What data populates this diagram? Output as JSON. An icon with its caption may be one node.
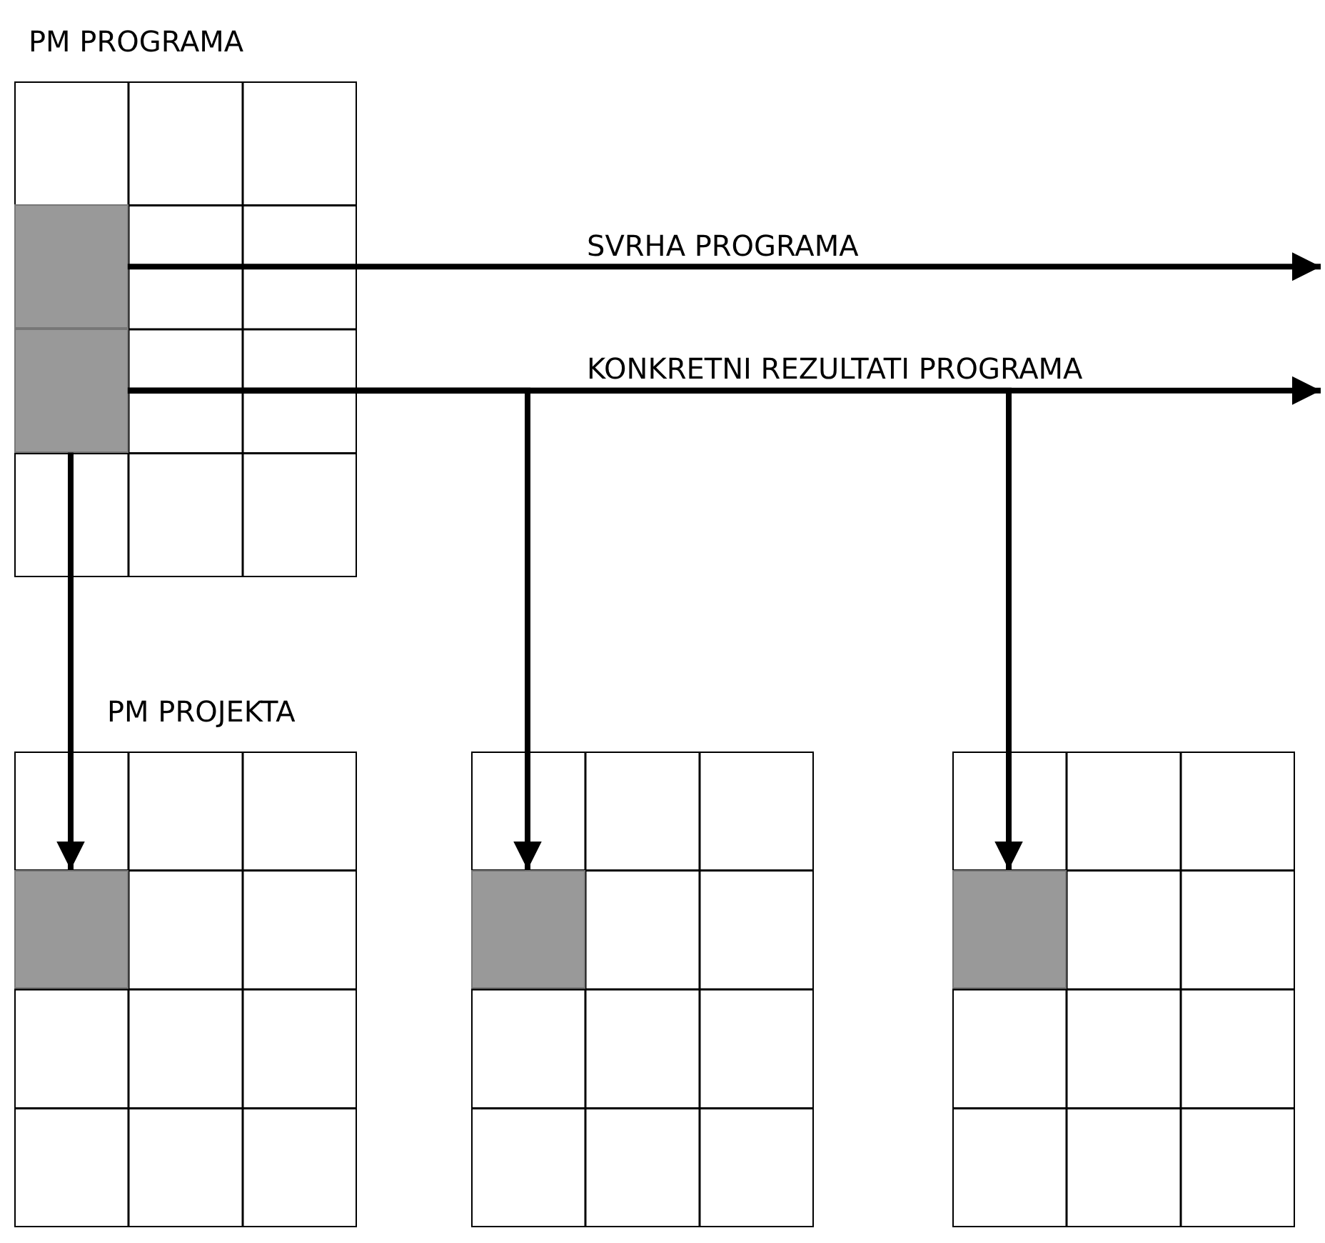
{
  "diagram": {
    "nodes": [
      {
        "text": [
          "PM PROGRAMA"
        ]
      },
      {
        "text": [],
        "shape": "box",
        "in": 0
      },
      {
        "text": [],
        "shape": "box",
        "in": 0
      },
      {
        "text": [
          "PM PROJEKTA"
        ]
      },
      {
        "text": [],
        "shape": "box",
        "in": 3
      },
      {
        "text": [],
        "shape": "box"
      },
      {
        "text": [],
        "shape": "box",
        "in": 5
      },
      {
        "text": [],
        "shape": "box"
      },
      {
        "text": [],
        "shape": "box",
        "in": 7
      }
    ],
    "edges": [
      {
        "from": 1,
        "to": null,
        "arrow": "to",
        "label": "SVRHA PROGRAMA"
      },
      {
        "from": 2,
        "to": null,
        "arrow": "to",
        "label": "KONKRETNI REZULTATI PROGRAMA"
      },
      {
        "from": 2,
        "to": 4,
        "arrow": "to"
      },
      {
        "from": 2,
        "to": 6,
        "arrow": "to"
      },
      {
        "from": 2,
        "to": 8,
        "arrow": "to"
      }
    ]
  }
}
